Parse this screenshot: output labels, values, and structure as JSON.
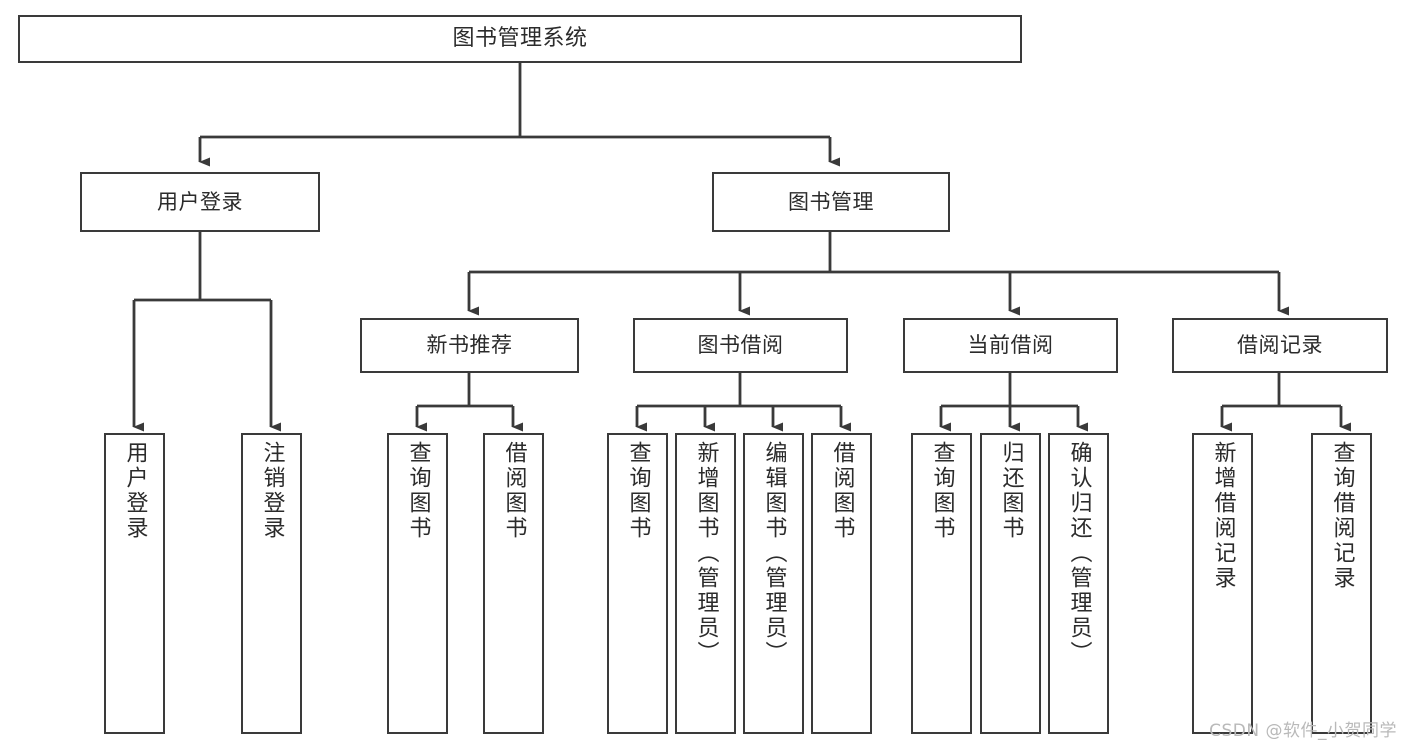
{
  "diagram": {
    "type": "tree-hierarchy",
    "title": "图书管理系统",
    "watermark": "CSDN @软件_小贺同学",
    "colors": {
      "background": "#ffffff",
      "node_border": "#3a3a3a",
      "node_fill": "#ffffff",
      "edge": "#3a3a3a",
      "text": "#2b2b2b",
      "watermark": "#b9b9b9"
    },
    "levels": [
      {
        "level": 1,
        "nodes": [
          {
            "id": "root",
            "label": "图书管理系统",
            "orientation": "horizontal"
          }
        ]
      },
      {
        "level": 2,
        "nodes": [
          {
            "id": "login",
            "label": "用户登录",
            "orientation": "horizontal",
            "parent": "root"
          },
          {
            "id": "bookmgmt",
            "label": "图书管理",
            "orientation": "horizontal",
            "parent": "root"
          }
        ]
      },
      {
        "level": 3,
        "nodes": [
          {
            "id": "newbook",
            "label": "新书推荐",
            "orientation": "horizontal",
            "parent": "bookmgmt"
          },
          {
            "id": "borrow",
            "label": "图书借阅",
            "orientation": "horizontal",
            "parent": "bookmgmt"
          },
          {
            "id": "current",
            "label": "当前借阅",
            "orientation": "horizontal",
            "parent": "bookmgmt"
          },
          {
            "id": "records",
            "label": "借阅记录",
            "orientation": "horizontal",
            "parent": "bookmgmt"
          }
        ]
      },
      {
        "level": 4,
        "nodes": [
          {
            "id": "leaf-user-login",
            "label": "用户登录",
            "orientation": "vertical",
            "parent": "login"
          },
          {
            "id": "leaf-user-logout",
            "label": "注销登录",
            "orientation": "vertical",
            "parent": "login"
          },
          {
            "id": "leaf-new-query",
            "label": "查询图书",
            "orientation": "vertical",
            "parent": "newbook"
          },
          {
            "id": "leaf-new-borrow",
            "label": "借阅图书",
            "orientation": "vertical",
            "parent": "newbook"
          },
          {
            "id": "leaf-borrow-query",
            "label": "查询图书",
            "orientation": "vertical",
            "parent": "borrow"
          },
          {
            "id": "leaf-borrow-add",
            "label": "新增图书（管理员）",
            "orientation": "vertical",
            "parent": "borrow"
          },
          {
            "id": "leaf-borrow-edit",
            "label": "编辑图书（管理员）",
            "orientation": "vertical",
            "parent": "borrow"
          },
          {
            "id": "leaf-borrow-lend",
            "label": "借阅图书",
            "orientation": "vertical",
            "parent": "borrow"
          },
          {
            "id": "leaf-current-query",
            "label": "查询图书",
            "orientation": "vertical",
            "parent": "current"
          },
          {
            "id": "leaf-current-return",
            "label": "归还图书",
            "orientation": "vertical",
            "parent": "current"
          },
          {
            "id": "leaf-current-confirm",
            "label": "确认归还（管理员）",
            "orientation": "vertical",
            "parent": "current"
          },
          {
            "id": "leaf-record-add",
            "label": "新增借阅记录",
            "orientation": "vertical",
            "parent": "records"
          },
          {
            "id": "leaf-record-query",
            "label": "查询借阅记录",
            "orientation": "vertical",
            "parent": "records"
          }
        ]
      }
    ],
    "edges": [
      {
        "from": "root",
        "to": "login"
      },
      {
        "from": "root",
        "to": "bookmgmt"
      },
      {
        "from": "login",
        "to": "leaf-user-login"
      },
      {
        "from": "login",
        "to": "leaf-user-logout"
      },
      {
        "from": "bookmgmt",
        "to": "newbook"
      },
      {
        "from": "bookmgmt",
        "to": "borrow"
      },
      {
        "from": "bookmgmt",
        "to": "current"
      },
      {
        "from": "bookmgmt",
        "to": "records"
      },
      {
        "from": "newbook",
        "to": "leaf-new-query"
      },
      {
        "from": "newbook",
        "to": "leaf-new-borrow"
      },
      {
        "from": "borrow",
        "to": "leaf-borrow-query"
      },
      {
        "from": "borrow",
        "to": "leaf-borrow-add"
      },
      {
        "from": "borrow",
        "to": "leaf-borrow-edit"
      },
      {
        "from": "borrow",
        "to": "leaf-borrow-lend"
      },
      {
        "from": "current",
        "to": "leaf-current-query"
      },
      {
        "from": "current",
        "to": "leaf-current-return"
      },
      {
        "from": "current",
        "to": "leaf-current-confirm"
      },
      {
        "from": "records",
        "to": "leaf-record-add"
      },
      {
        "from": "records",
        "to": "leaf-record-query"
      }
    ]
  }
}
